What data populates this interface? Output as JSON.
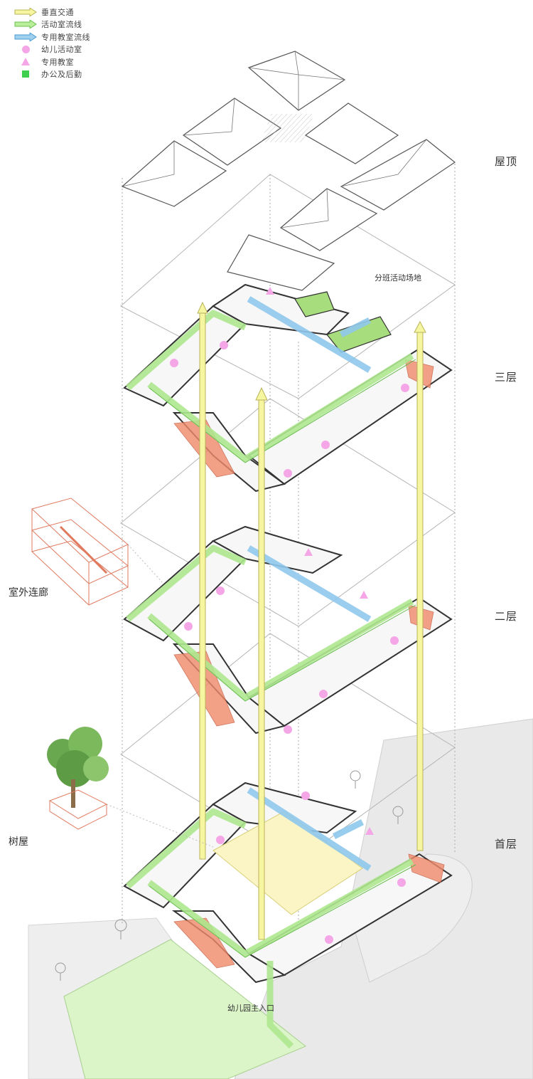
{
  "legend": {
    "items": [
      {
        "label": "垂直交通",
        "symbol": "yellow-arrow",
        "color": "#f6f5a0",
        "stroke": "#b9b45a"
      },
      {
        "label": "活动室流线",
        "symbol": "green-arrow",
        "color": "#b9ef9a",
        "stroke": "#6bbd52"
      },
      {
        "label": "专用教室流线",
        "symbol": "blue-arrow",
        "color": "#9fd1ef",
        "stroke": "#4d9bd0"
      },
      {
        "label": "幼儿活动室",
        "symbol": "pink-circle",
        "color": "#f4a6e6"
      },
      {
        "label": "专用教室",
        "symbol": "pink-triangle",
        "color": "#f4a6e6"
      },
      {
        "label": "办公及后勤",
        "symbol": "green-square",
        "color": "#3fcf4f"
      }
    ]
  },
  "floors": {
    "roof": "屋顶",
    "third": "三层",
    "second": "二层",
    "ground": "首层"
  },
  "annotations": {
    "class_activity_area": "分班活动场地",
    "outdoor_corridor": "室外连廊",
    "tree_house": "树屋",
    "main_entrance": "幼儿园主入口"
  },
  "colors": {
    "vertical": "#f6f5a0",
    "green_route": "#aee88f",
    "blue_route": "#8fc8ec",
    "activity_room": "#f4a6e6",
    "office": "#3fcf4f",
    "stair": "#f08a6a"
  }
}
